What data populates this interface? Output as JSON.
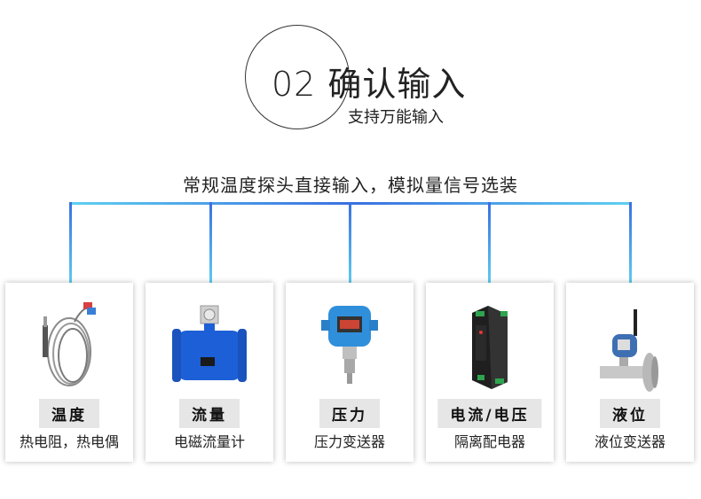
{
  "header": {
    "title": "02 确认输入",
    "subtitle": "支持万能输入"
  },
  "intro": "常规温度探头直接输入，模拟量信号选装",
  "cards": [
    {
      "tag": "温度",
      "desc": "热电阻，热电偶",
      "icon": "thermocouple-probe-icon"
    },
    {
      "tag": "流量",
      "desc": "电磁流量计",
      "icon": "electromagnetic-flowmeter-icon"
    },
    {
      "tag": "压力",
      "desc": "压力变送器",
      "icon": "pressure-transmitter-icon"
    },
    {
      "tag": "电流/电压",
      "desc": "隔离配电器",
      "icon": "isolated-distributor-icon"
    },
    {
      "tag": "液位",
      "desc": "液位变送器",
      "icon": "level-transmitter-icon"
    }
  ],
  "colors": {
    "connector_start": "#5fd0f0",
    "connector_end": "#3a6fe0",
    "flowmeter_blue": "#1d5fd6",
    "tag_bg": "#e6e6e6"
  }
}
